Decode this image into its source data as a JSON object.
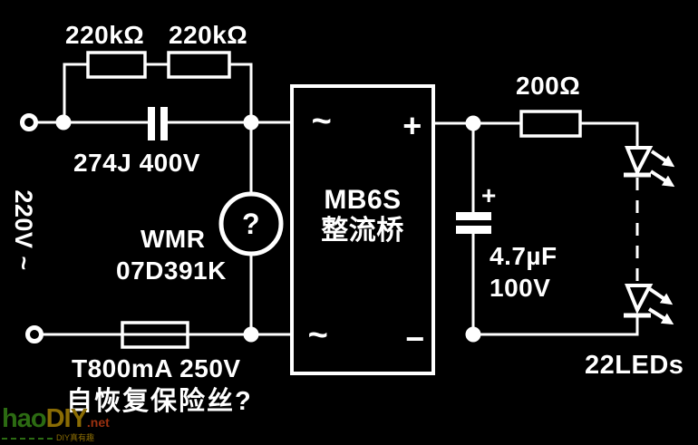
{
  "colors": {
    "background": "#000000",
    "line": "#ffffff",
    "watermark_green": "#2c6b12",
    "watermark_gold": "#8a6c04",
    "watermark_red": "#9c3110"
  },
  "source": {
    "label": "220V ~"
  },
  "top_branch": {
    "resistor1": "220kΩ",
    "resistor2": "220kΩ",
    "capacitor": "274J 400V"
  },
  "varistor": {
    "line1": "WMR",
    "line2": "07D391K",
    "symbol": "?"
  },
  "bridge": {
    "name": "MB6S",
    "subtitle": "整流桥",
    "pin_ac_top": "~",
    "pin_plus": "+",
    "pin_ac_bottom": "~",
    "pin_minus": "−"
  },
  "fuse": {
    "value": "T800mA 250V",
    "note": "自恢复保险丝?"
  },
  "output": {
    "resistor": "200Ω",
    "cap_polarity": "+",
    "cap_value": "4.7µF",
    "cap_voltage": "100V",
    "led_count": "22LEDs"
  },
  "watermark": {
    "hao": "hao",
    "diy": "DIY",
    "net": ".net",
    "tagline": "DIY真有趣"
  }
}
